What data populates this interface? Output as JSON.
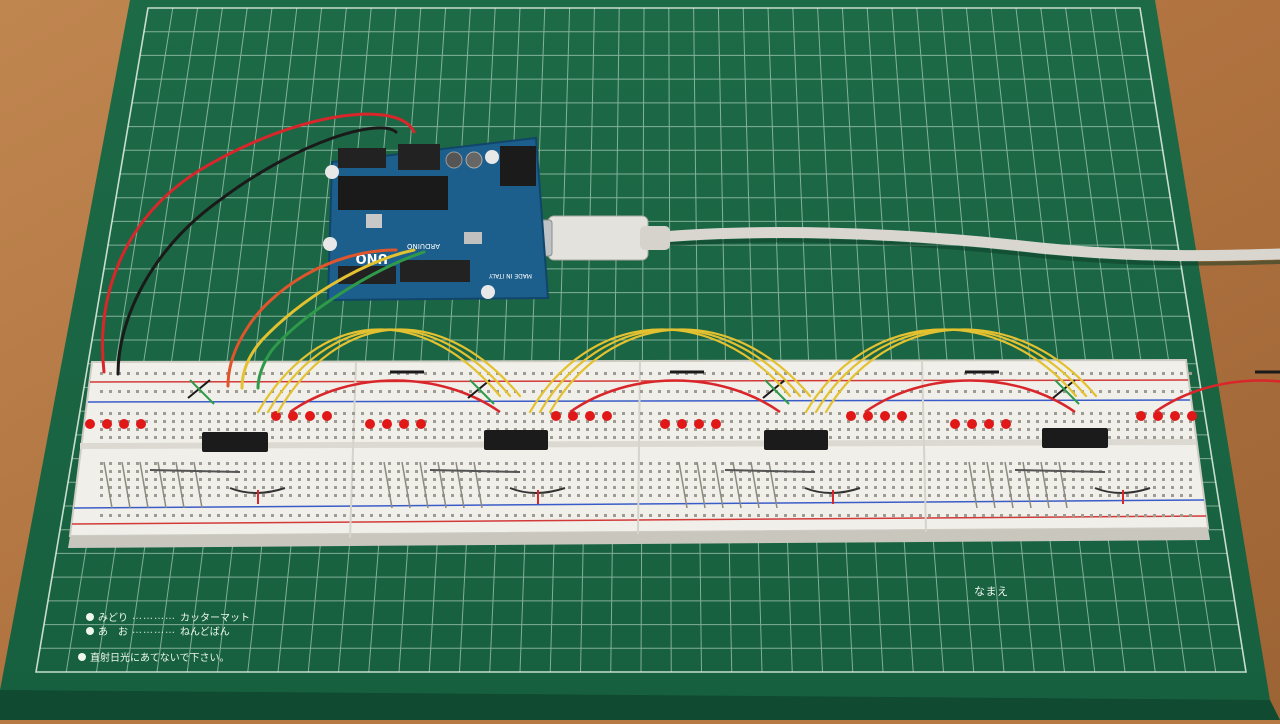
{
  "mat": {
    "legend": [
      {
        "label_left": "みどり",
        "leader": "…………",
        "label_right": "カッターマット"
      },
      {
        "label_left": "あ　お",
        "leader": "…………",
        "label_right": "ねんどばん"
      }
    ],
    "warning": "直射日光にあてないで下さい。",
    "name_label": "なまえ"
  },
  "board": {
    "logo": "UNO",
    "brand": "ARDUINO",
    "made_in": "MADE IN ITALY"
  },
  "colors": {
    "table": "#b77a45",
    "mat": "#1f6e4a",
    "grid": "#d9ecdf",
    "board": "#1c5f8c",
    "wire_red": "#d8262a",
    "wire_black": "#1a1a1a",
    "wire_yellow": "#e3c130",
    "wire_green": "#2e9a4a",
    "led": "#e01818"
  }
}
